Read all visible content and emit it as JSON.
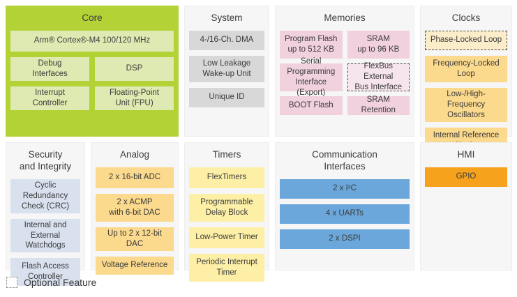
{
  "colors": {
    "text": "#3b3b3b",
    "dash": "#4a4a4a",
    "panel_bg": "#f6f6f6",
    "core_bg": "#b2d235",
    "core_item": "#dfe9b2",
    "gray_item": "#d8d8d8",
    "pink_item": "#f1d1dd",
    "pink_optional": "#f7e5ed",
    "amber_item": "#fbd98d",
    "amber_optional": "#fcedca",
    "lightyellow_item": "#fdefa6",
    "lightblue_item": "#d9e1ef",
    "blue_item": "#6ba7da",
    "orange_item": "#f6a21d"
  },
  "panels": {
    "core": {
      "title": "Core",
      "cpu": "Arm® Cortex®-M4 100/120 MHz",
      "items": [
        "Debug\nInterfaces",
        "DSP",
        "Interrupt\nController",
        "Floating-Point\nUnit (FPU)"
      ]
    },
    "system": {
      "title": "System",
      "items": [
        "4-/16-Ch. DMA",
        "Low Leakage\nWake-up Unit",
        "Unique ID"
      ]
    },
    "memories": {
      "title": "Memories",
      "items": [
        "Program Flash\nup to 512 KB",
        "SRAM\nup to 96 KB",
        "Serial Programming\nInterface (Export)",
        "FlexBus External\nBus Interface",
        "BOOT Flash",
        "SRAM Retention"
      ]
    },
    "clocks": {
      "title": "Clocks",
      "items": [
        "Phase-Locked Loop",
        "Frequency-Locked\nLoop",
        "Low-/High-\nFrequency Oscillators",
        "Internal Reference\nClocks"
      ]
    },
    "security": {
      "title": "Security\nand Integrity",
      "items": [
        "Cyclic Redundancy\nCheck (CRC)",
        "Internal and\nExternal Watchdogs",
        "Flash Access\nController"
      ]
    },
    "analog": {
      "title": "Analog",
      "items": [
        "2 x 16-bit ADC",
        "2 x ACMP\nwith 6-bit DAC",
        "Up to 2 x 12-bit DAC",
        "Voltage Reference"
      ]
    },
    "timers": {
      "title": "Timers",
      "items": [
        "FlexTimers",
        "Programmable\nDelay Block",
        "Low-Power Timer",
        "Periodic Interrupt\nTimer"
      ]
    },
    "comm": {
      "title": "Communication\nInterfaces",
      "items": [
        "2 x I²C",
        "4 x UARTs",
        "2 x DSPI"
      ]
    },
    "hmi": {
      "title": "HMI",
      "items": [
        "GPIO"
      ]
    }
  },
  "legend": {
    "label": "Optional Feature"
  }
}
